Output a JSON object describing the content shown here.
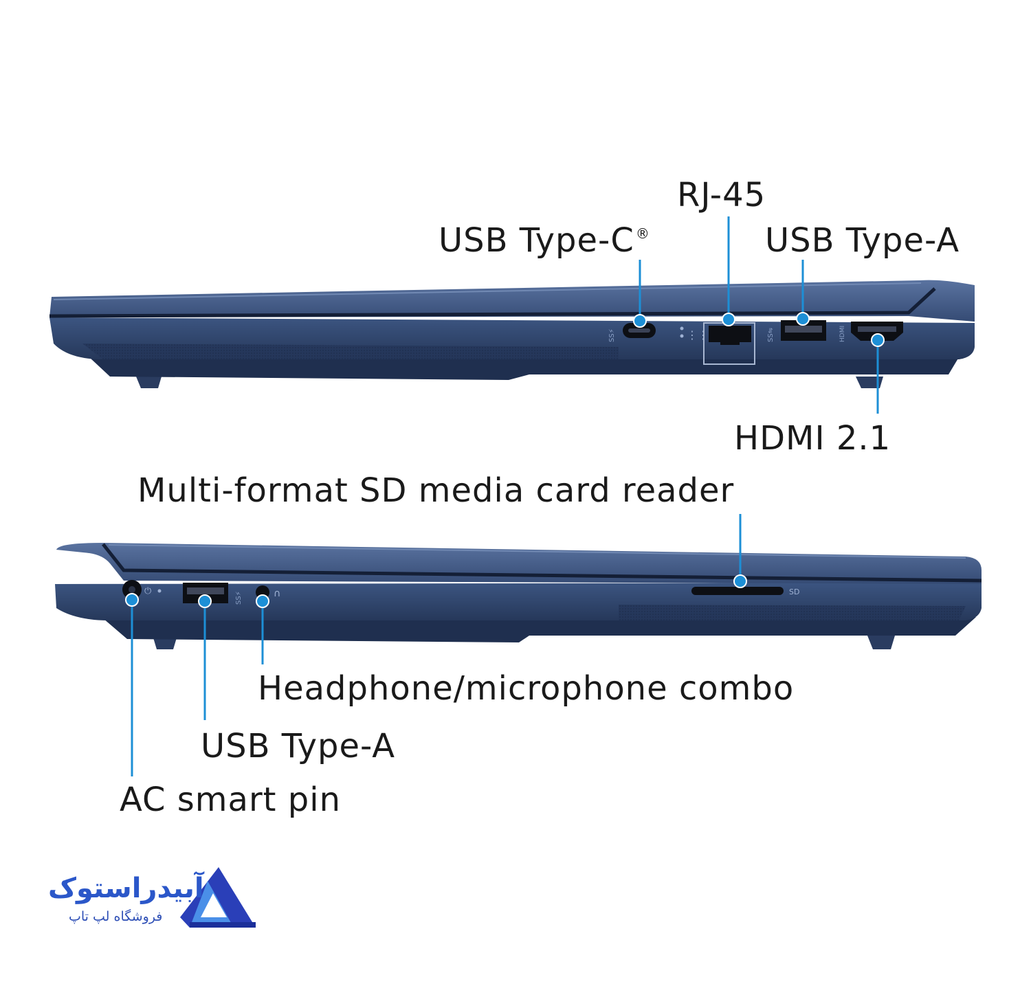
{
  "labels": {
    "usb_c": "USB Type-C",
    "usb_c_mark": "®",
    "rj45": "RJ-45",
    "usb_a_right": "USB Type-A",
    "hdmi": "HDMI 2.1",
    "sd_reader": "Multi-format SD media card reader",
    "headphone": "Headphone/microphone combo",
    "usb_a_left": "USB Type-A",
    "ac_pin": "AC smart pin"
  },
  "device_marks": {
    "sd_label": "SD"
  },
  "logo": {
    "name": "آبیدراستوک",
    "tagline": "فروشگاه لپ تاپ"
  },
  "colors": {
    "chassis": "#2f4468",
    "chassis_light": "#4d6590",
    "chassis_dark": "#1c2b46",
    "callout": "#1d8fd6",
    "port_black": "#0d0f14",
    "logo_blue": "#2b57c9"
  }
}
